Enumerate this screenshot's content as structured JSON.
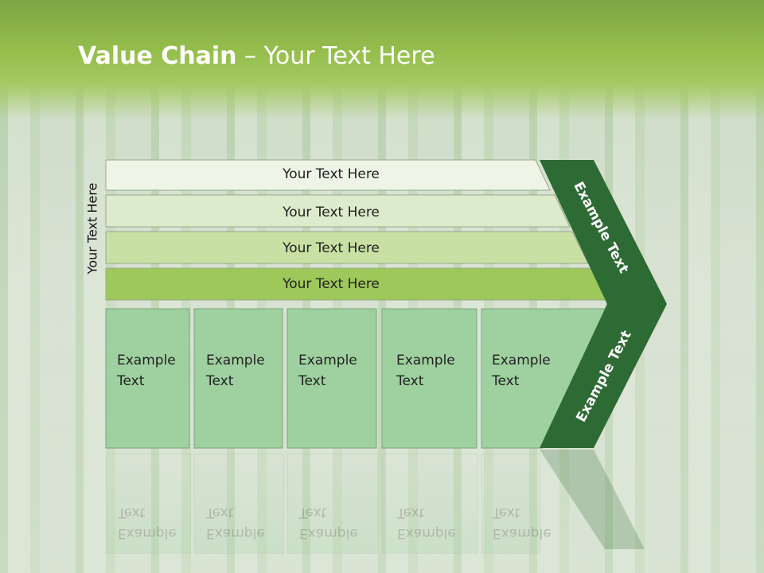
{
  "slide": {
    "title_bold": "Value Chain",
    "title_rest": " – Your Text Here",
    "side_label": "Your Text Here"
  },
  "bars": [
    {
      "label": "Your Text Here",
      "color": "#eef5e6"
    },
    {
      "label": "Your Text Here",
      "color": "#dcebcb"
    },
    {
      "label": "Your Text Here",
      "color": "#c8e0a3"
    },
    {
      "label": "Your Text Here",
      "color": "#9ec85a"
    }
  ],
  "boxes": [
    {
      "line1": "Example",
      "line2": "Text"
    },
    {
      "line1": "Example",
      "line2": "Text"
    },
    {
      "line1": "Example",
      "line2": "Text"
    },
    {
      "line1": "Example",
      "line2": "Text"
    },
    {
      "line1": "Example",
      "line2": "Text"
    }
  ],
  "chevron": {
    "upper_label": "Example Text",
    "lower_label": "Example Text",
    "color": "#2e6b34"
  },
  "colors": {
    "box_fill": "#9fd1a0",
    "box_border": "#7aa37a",
    "header_green": "#8db94a"
  }
}
